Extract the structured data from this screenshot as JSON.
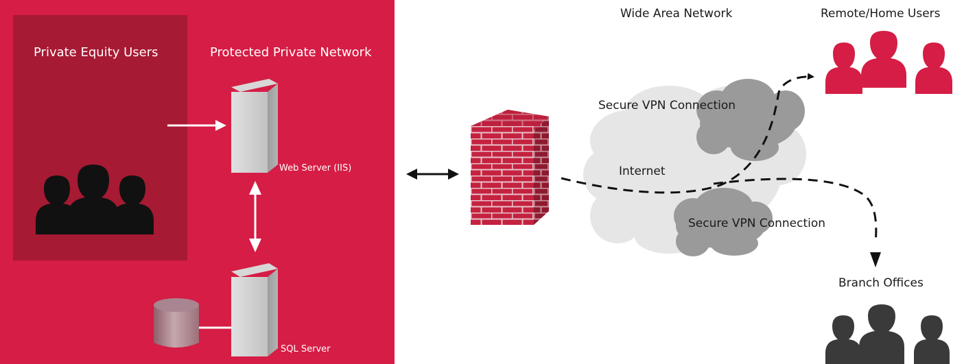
{
  "private_zone": {
    "users_label": "Private Equity Users",
    "network_label": "Protected Private Network",
    "web_server_label": "Web Server (IIS)",
    "sql_server_label": "SQL Server",
    "colors": {
      "zone": "#d51d45",
      "users_panel": "#a71a33",
      "users_icon": "#111111"
    }
  },
  "wan": {
    "title": "Wide Area Network",
    "vpn_top_label": "Secure VPN Connection",
    "internet_label": "Internet",
    "vpn_bottom_label": "Secure VPN Connection"
  },
  "remote_users": {
    "label": "Remote/Home Users",
    "icon_color": "#d51d45"
  },
  "branch_offices": {
    "label": "Branch Offices",
    "icon_color": "#3a3a3a"
  },
  "icons": [
    "users-group-icon",
    "server-icon",
    "database-icon",
    "firewall-icon",
    "cloud-icon",
    "arrow-icon"
  ]
}
